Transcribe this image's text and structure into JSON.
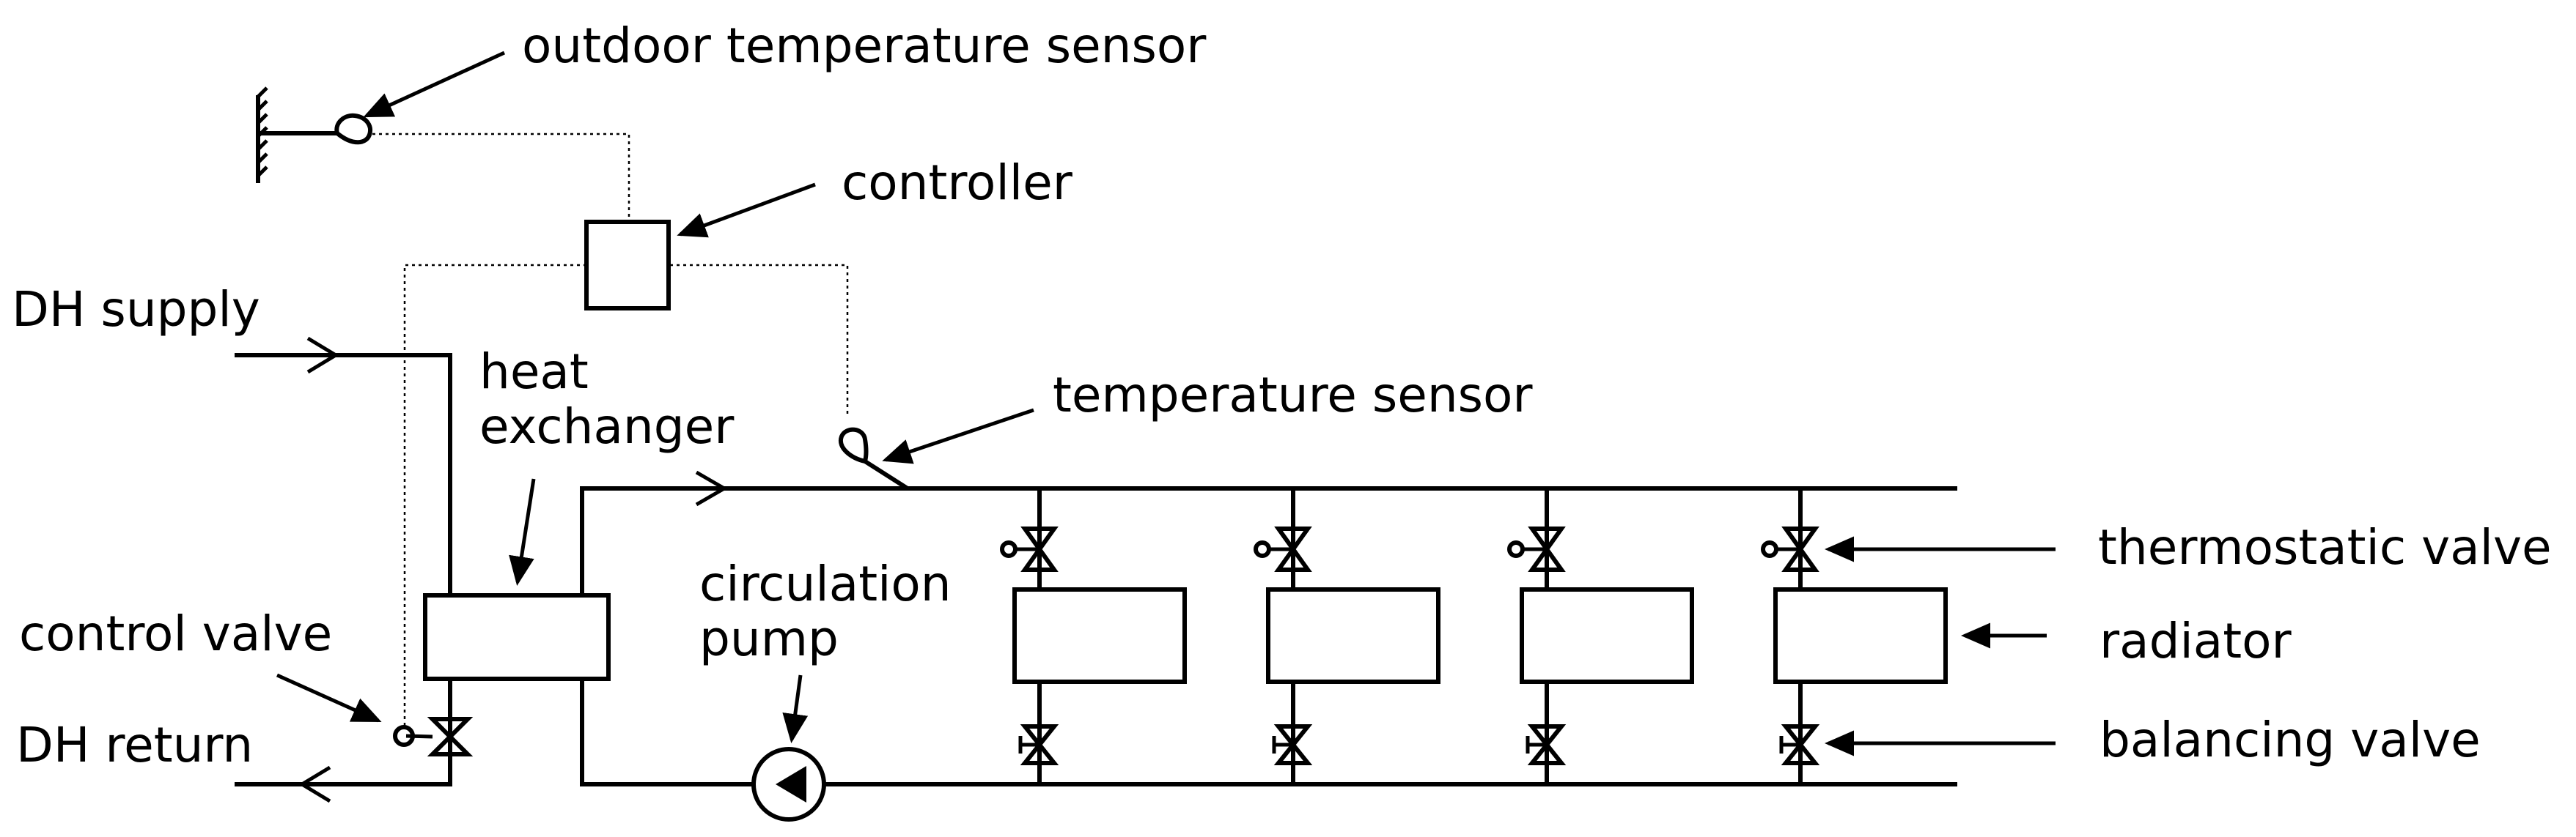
{
  "labels": {
    "outdoor_sensor": "outdoor temperature sensor",
    "controller": "controller",
    "dh_supply": "DH supply",
    "heat_exchanger_1": "heat",
    "heat_exchanger_2": "exchanger",
    "temperature_sensor": "temperature sensor",
    "thermostatic_valve": "thermostatic valve",
    "radiator": "radiator",
    "circulation_pump_1": "circulation",
    "circulation_pump_2": "pump",
    "control_valve": "control valve",
    "dh_return": "DH return",
    "balancing_valve": "balancing valve"
  }
}
